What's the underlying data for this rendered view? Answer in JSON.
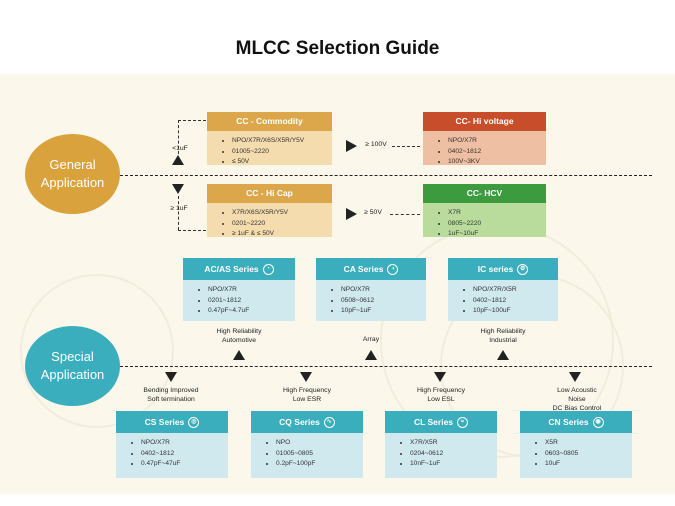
{
  "title": "MLCC Selection Guide",
  "sections": {
    "general": [
      "General",
      "Application"
    ],
    "special": [
      "Special",
      "Application"
    ]
  },
  "general": {
    "lt_label": "<1uF",
    "ge_label": "≥ 1uF",
    "commodity": {
      "title": "CC - Commodity",
      "items": [
        "NPO/X7R/X6S/X5R/Y5V",
        "01005~2220",
        "≤ 50V"
      ]
    },
    "hivoltage": {
      "title": "CC- Hi voltage",
      "arrow_label": "≥ 100V",
      "items": [
        "NPO/X7R",
        "0402~1812",
        "100V~3KV"
      ]
    },
    "hicap": {
      "title": "CC - Hi Cap",
      "items": [
        "X7R/X6S/X5R/Y5V",
        "0201~2220",
        "≥ 1uF & ≤ 50V"
      ]
    },
    "hcv": {
      "title": "CC- HCV",
      "arrow_label": "≥ 50V",
      "items": [
        "X7R",
        "0805~2220",
        "1uF~10uF"
      ]
    }
  },
  "special_top": [
    {
      "title": "AC/AS Series",
      "icon": "car-icon",
      "items": [
        "NPO/X7R",
        "0201~1812",
        "0.47pF~4.7uF"
      ],
      "caption": [
        "High Reliability",
        "Automotive"
      ]
    },
    {
      "title": "CA Series",
      "icon": "array-icon",
      "items": [
        "NPO/X7R",
        "0508~0612",
        "10pF~1uF"
      ],
      "caption": [
        "Array"
      ]
    },
    {
      "title": "IC series",
      "icon": "industrial-icon",
      "items": [
        "NPO/X7R/X5R",
        "0402~1812",
        "10pF~100uF"
      ],
      "caption": [
        "High Reliability",
        "Industrial"
      ]
    }
  ],
  "special_bottom": [
    {
      "title": "CS Series",
      "icon": "soft-icon",
      "items": [
        "NPO/X7R",
        "0402~1812",
        "0.47pF~47uF"
      ],
      "caption": [
        "Bending Improved",
        "Soft termination"
      ]
    },
    {
      "title": "CQ Series",
      "icon": "wave-icon",
      "items": [
        "NPO",
        "01005~0805",
        "0.2pF~100pF"
      ],
      "caption": [
        "High Frequency",
        "Low ESR"
      ]
    },
    {
      "title": "CL Series",
      "icon": "lowesl-icon",
      "items": [
        "X7R/X5R",
        "0204~0612",
        "10nF~1uF"
      ],
      "caption": [
        "High Frequency",
        "Low ESL"
      ]
    },
    {
      "title": "CN Series",
      "icon": "noise-icon",
      "items": [
        "X5R",
        "0603~0805",
        "10uF"
      ],
      "caption": [
        "Low Acoustic",
        "Noise",
        "DC Bias Control"
      ]
    }
  ],
  "colors": {
    "gold": "#d9a23c",
    "teal": "#3aaebd",
    "rust": "#c84e2b",
    "green": "#3c9b3e"
  }
}
